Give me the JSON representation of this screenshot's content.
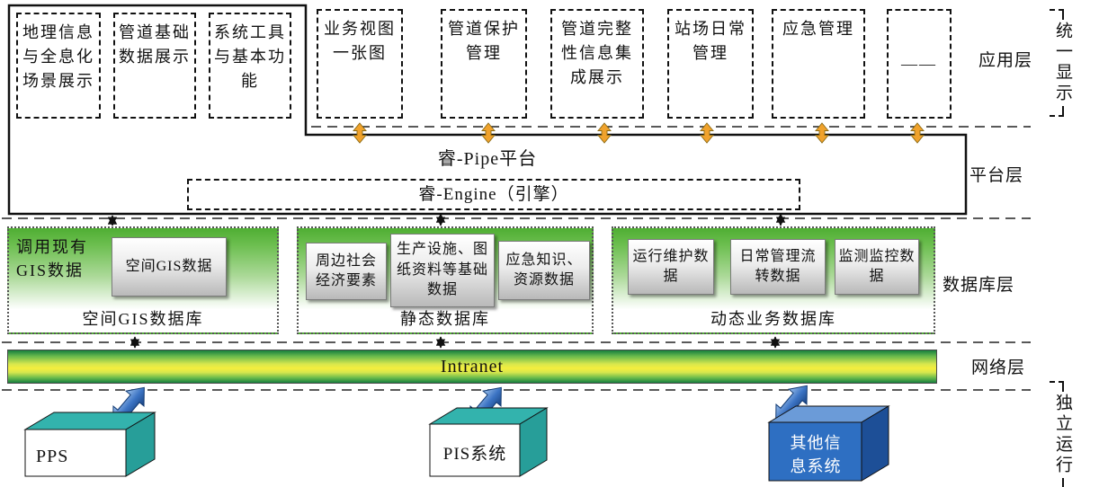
{
  "layers": {
    "application": "应用层",
    "platform": "平台层",
    "database": "数据库层",
    "network": "网络层"
  },
  "side_brackets": {
    "top": "统一显示",
    "bottom": "独立运行"
  },
  "application": {
    "grouped_modules": [
      "地理信息与全息化场景展示",
      "管道基础数据展示",
      "系统工具与基本功能"
    ],
    "modules": [
      "业务视图一张图",
      "管道保护管理",
      "管道完整性信息集成展示",
      "站场日常管理",
      "应急管理",
      "——"
    ]
  },
  "platform": {
    "pipe": "睿-Pipe平台",
    "engine": "睿-Engine（引擎）"
  },
  "database": {
    "gis": {
      "note": "调用现有GIS数据",
      "item": "空间GIS数据",
      "caption": "空间GIS数据库"
    },
    "static": {
      "items": [
        "周边社会经济要素",
        "生产设施、图纸资料等基础数据",
        "应急知识、资源数据"
      ],
      "caption": "静态数据库"
    },
    "dynamic": {
      "items": [
        "运行维护数据",
        "日常管理流转数据",
        "监测监控数据"
      ],
      "caption": "动态业务数据库"
    }
  },
  "network": {
    "bar": "Intranet"
  },
  "systems": [
    "PPS",
    "PIS系统",
    "其他信息系统"
  ],
  "colors": {
    "accent_orange": "#f0a22c",
    "accent_blue": "#2e6fc2",
    "accent_teal": "#33b3ad",
    "db_green": "#4fae33",
    "intranet_yellow": "#f4ee3e"
  }
}
